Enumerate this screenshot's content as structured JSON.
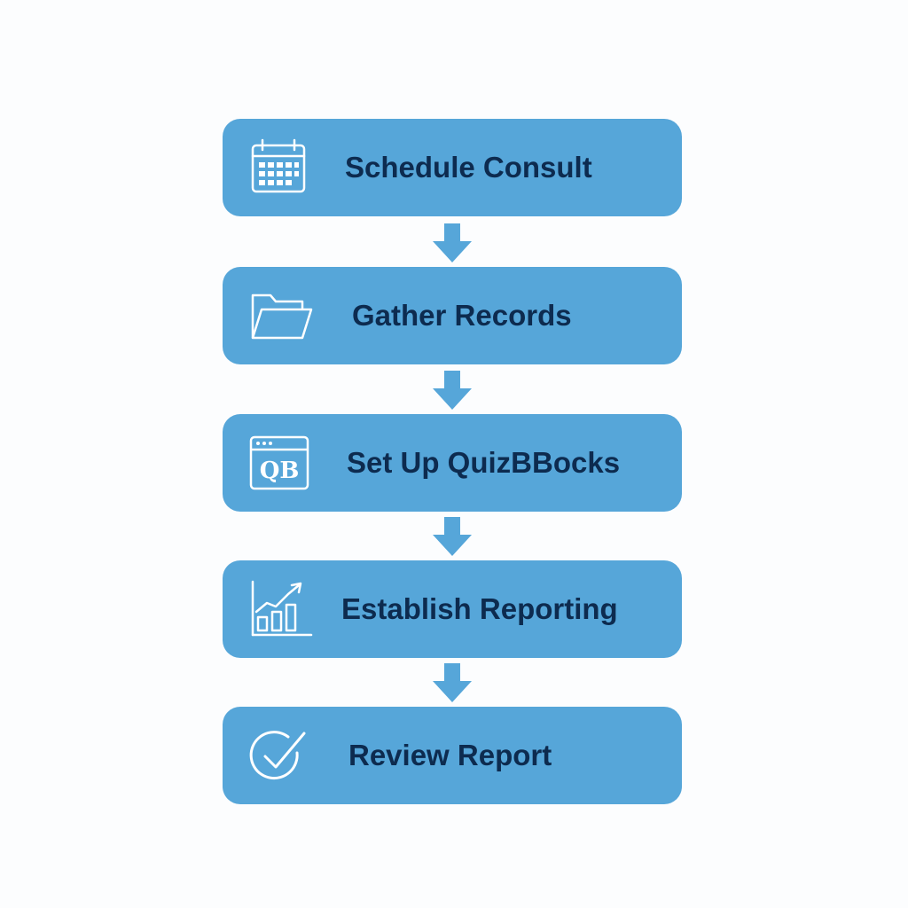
{
  "colors": {
    "background": "#fcfdfe",
    "step_fill": "#56a6d9",
    "arrow": "#56a6d9",
    "label_text": "#0d2b4f",
    "icon_stroke": "#ffffff"
  },
  "steps": [
    {
      "label": "Schedule Consult",
      "icon": "calendar-icon"
    },
    {
      "label": "Gather Records",
      "icon": "folder-icon"
    },
    {
      "label": "Set Up QuizBBocks",
      "icon": "quickbooks-window-icon",
      "icon_text": "QB"
    },
    {
      "label": "Establish Reporting",
      "icon": "bar-chart-trend-icon"
    },
    {
      "label": "Review Report",
      "icon": "check-circle-icon"
    }
  ]
}
